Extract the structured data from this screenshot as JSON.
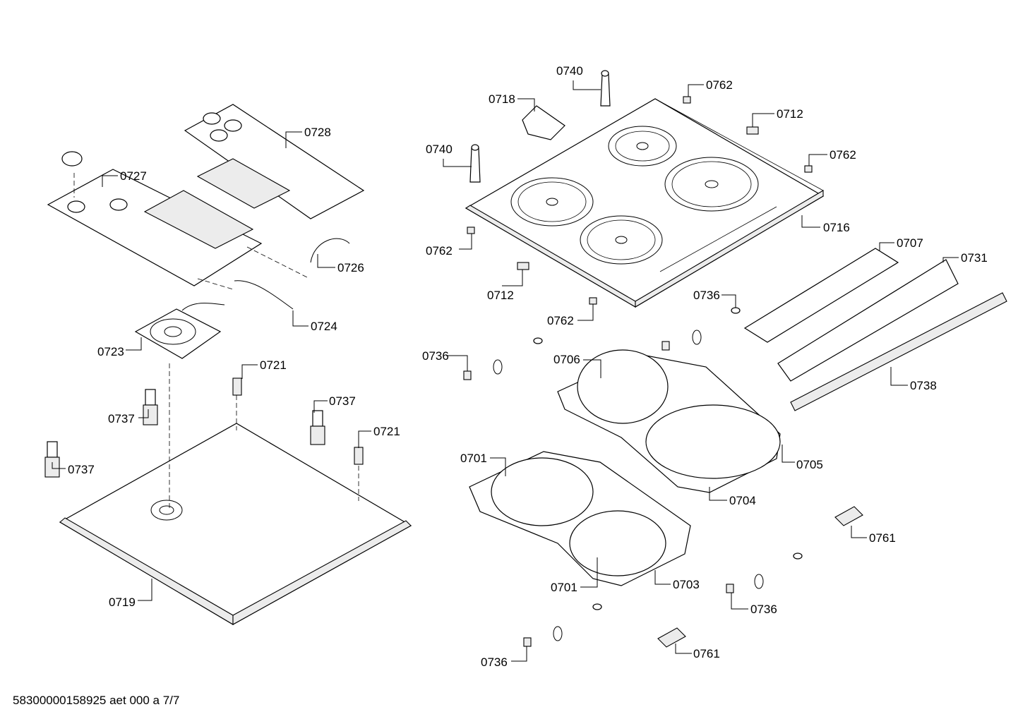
{
  "labels": {
    "p0740_top": "0740",
    "p0718": "0718",
    "p0762_top": "0762",
    "p0712_top": "0712",
    "p0740_left": "0740",
    "p0762_right": "0762",
    "p0716": "0716",
    "p0762_left": "0762",
    "p0712_bottom": "0712",
    "p0762_bottom": "0762",
    "p0736_a": "0736",
    "p0707": "0707",
    "p0731": "0731",
    "p0736_b": "0736",
    "p0706": "0706",
    "p0738": "0738",
    "p0705": "0705",
    "p0701_a": "0701",
    "p0704": "0704",
    "p0761_a": "0761",
    "p0701_b": "0701",
    "p0703": "0703",
    "p0736_c": "0736",
    "p0736_d": "0736",
    "p0761_b": "0761",
    "p0728": "0728",
    "p0727": "0727",
    "p0726": "0726",
    "p0724": "0724",
    "p0723": "0723",
    "p0721_a": "0721",
    "p0737_a": "0737",
    "p0737_b": "0737",
    "p0721_b": "0721",
    "p0737_c": "0737",
    "p0719": "0719"
  },
  "footer": "58300000158925 aet 000 a 7/7"
}
